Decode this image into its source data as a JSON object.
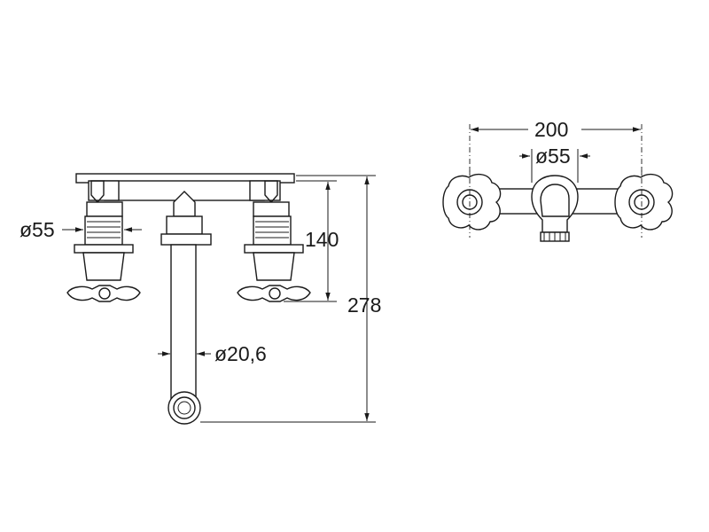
{
  "dimensions": {
    "front_view": {
      "handle_diameter": "ø55",
      "height_upper": "140",
      "height_total": "278",
      "spout_diameter": "ø20,6"
    },
    "top_view": {
      "width": "200",
      "spout_diameter": "ø55"
    }
  },
  "colors": {
    "line": "#1a1a1a",
    "background": "#ffffff"
  }
}
